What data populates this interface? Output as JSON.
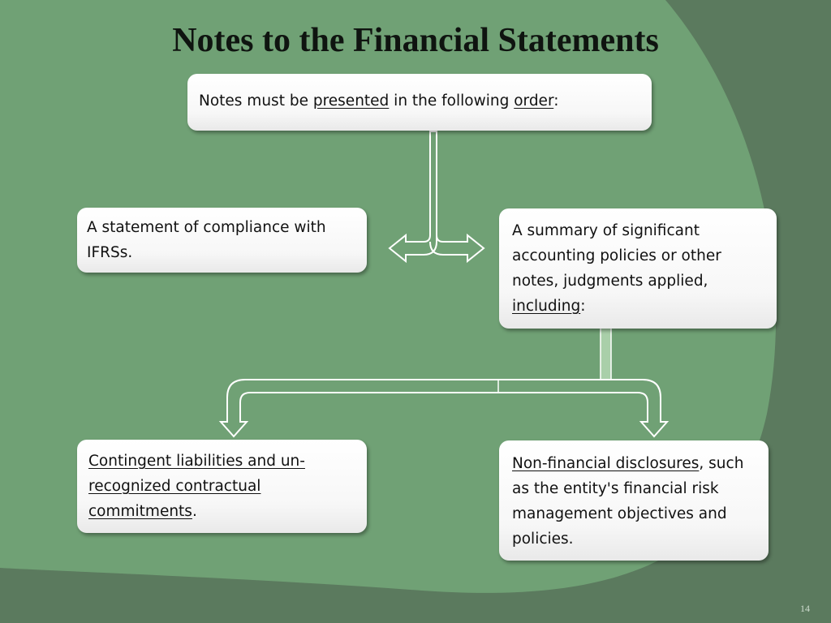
{
  "slide": {
    "title": "Notes to the Financial Statements",
    "page_number": "14"
  },
  "boxes": {
    "top": {
      "pre": "Notes must be ",
      "link1": "presented",
      "mid": " in the following ",
      "link2": "order",
      "post": ":"
    },
    "left": {
      "text": "A statement of compliance with IFRSs."
    },
    "right": {
      "pre": "A summary of significant accounting policies or other notes, judgments  applied, ",
      "link": "including",
      "post": ":"
    },
    "bottom_left": {
      "link": "Contingent liabilities and un-recognized contractual commitments",
      "post": "."
    },
    "bottom_right": {
      "link": "Non-financial disclosures",
      "post": ", such as the entity's financial risk management objectives and policies."
    }
  },
  "colors": {
    "background_dark": "#5b7a5e",
    "background_light": "#70a175",
    "box_fill": "#ffffff",
    "connector_stroke": "#ffffff"
  }
}
